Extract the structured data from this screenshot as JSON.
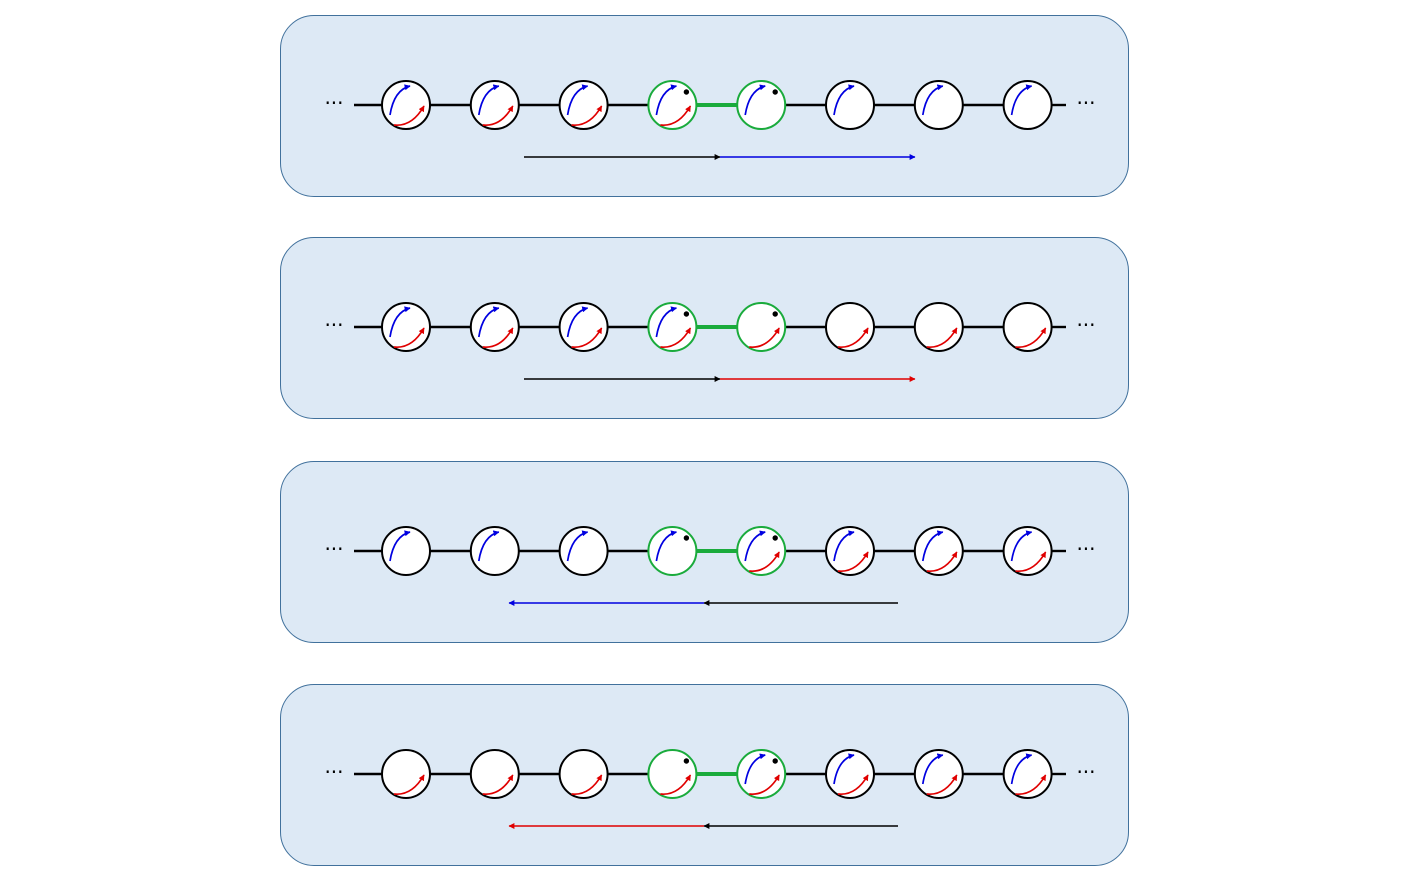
{
  "diagram": {
    "ellipsis": "···",
    "colors": {
      "panel_fill": "#dde9f5",
      "panel_border": "#41719c",
      "site_border": "#000000",
      "bond_highlight": "#1aab3c",
      "spin_blue": "#0000e0",
      "spin_red": "#e00000",
      "arrow_black": "#000000"
    },
    "site_count": 8,
    "panels": [
      {
        "highlighted_sites": [
          3,
          4
        ],
        "blue_arrow_sites": [
          0,
          1,
          2,
          3,
          4,
          5,
          6,
          7
        ],
        "red_arrow_sites": [
          0,
          1,
          2,
          3
        ],
        "dot_sites": [
          3,
          4
        ],
        "direction_arrows": {
          "direction": "right",
          "first_color": "black",
          "second_color": "blue"
        }
      },
      {
        "highlighted_sites": [
          3,
          4
        ],
        "blue_arrow_sites": [
          0,
          1,
          2,
          3
        ],
        "red_arrow_sites": [
          0,
          1,
          2,
          3,
          4,
          5,
          6,
          7
        ],
        "dot_sites": [
          3,
          4
        ],
        "direction_arrows": {
          "direction": "right",
          "first_color": "black",
          "second_color": "red"
        }
      },
      {
        "highlighted_sites": [
          3,
          4
        ],
        "blue_arrow_sites": [
          0,
          1,
          2,
          3,
          4,
          5,
          6,
          7
        ],
        "red_arrow_sites": [
          4,
          5,
          6,
          7
        ],
        "dot_sites": [
          3,
          4
        ],
        "direction_arrows": {
          "direction": "left",
          "first_color": "black",
          "second_color": "blue"
        }
      },
      {
        "highlighted_sites": [
          3,
          4
        ],
        "blue_arrow_sites": [
          4,
          5,
          6,
          7
        ],
        "red_arrow_sites": [
          0,
          1,
          2,
          3,
          4,
          5,
          6,
          7
        ],
        "dot_sites": [
          3,
          4
        ],
        "direction_arrows": {
          "direction": "left",
          "first_color": "black",
          "second_color": "red"
        }
      }
    ]
  }
}
